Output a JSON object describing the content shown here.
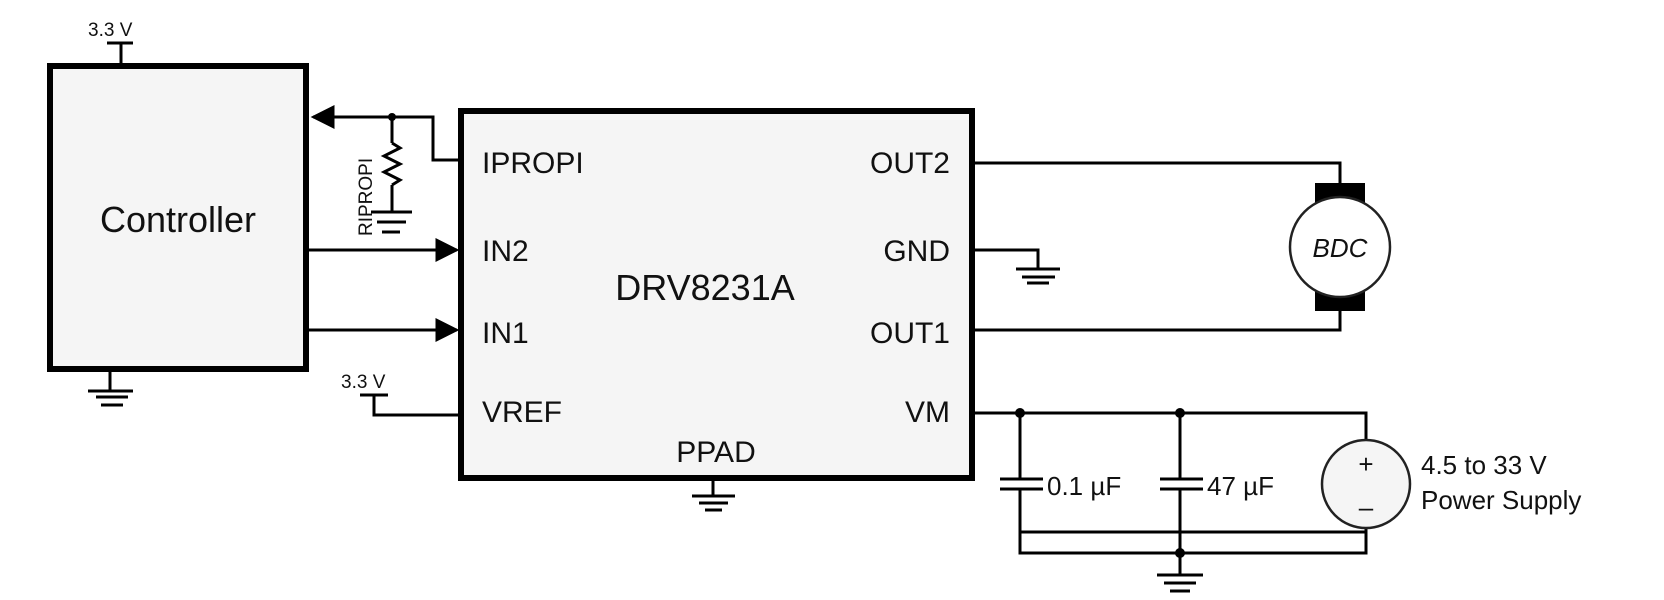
{
  "diagram": {
    "controller": {
      "label": "Controller",
      "supply_label": "3.3 V"
    },
    "chip": {
      "name": "DRV8231A",
      "left_pins": [
        "IPROPI",
        "IN2",
        "IN1",
        "VREF"
      ],
      "right_pins": [
        "OUT2",
        "GND",
        "OUT1",
        "VM"
      ],
      "bottom_pin": "PPAD",
      "vref_supply_label": "3.3 V"
    },
    "resistor": {
      "label": "RIPROPI"
    },
    "motor": {
      "label": "BDC"
    },
    "capacitors": [
      {
        "label": "0.1 µF"
      },
      {
        "label": "47 µF"
      }
    ],
    "power_supply": {
      "plus": "+",
      "minus": "–",
      "label_line1": "4.5 to 33 V",
      "label_line2": "Power Supply"
    },
    "colors": {
      "stroke": "#000000",
      "block_fill": "#f5f5f5",
      "background": "#ffffff"
    }
  }
}
